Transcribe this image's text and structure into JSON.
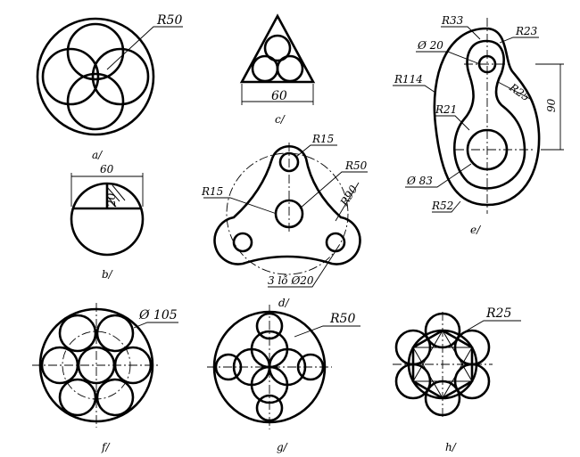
{
  "figures": {
    "a": {
      "caption": "a/",
      "label_r": "R50"
    },
    "b": {
      "caption": "b/",
      "label_w": "60",
      "label_h": "20"
    },
    "c": {
      "caption": "c/",
      "label_w": "60"
    },
    "d": {
      "caption": "d/",
      "label_r15a": "R15",
      "label_r15b": "R15",
      "label_r50": "R50",
      "label_r90": "R90",
      "label_holes": "3 lỗ Ø20"
    },
    "e": {
      "caption": "e/",
      "label_r33": "R33",
      "label_r23": "R23",
      "label_d20": "Ø 20",
      "label_r114": "R114",
      "label_r25": "R25",
      "label_r21": "R21",
      "label_90": "90",
      "label_d83": "Ø 83",
      "label_r52": "R52"
    },
    "f": {
      "caption": "f/",
      "label_d": "Ø 105"
    },
    "g": {
      "caption": "g/",
      "label_r": "R50"
    },
    "h": {
      "caption": "h/",
      "label_r": "R25"
    }
  }
}
